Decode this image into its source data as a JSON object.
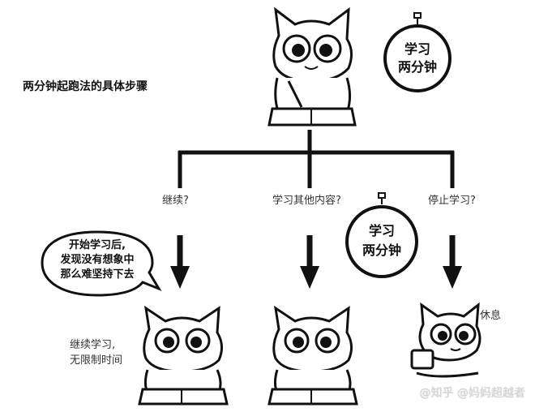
{
  "title": "两分钟起跑法的具体步骤",
  "top_timer": {
    "line1": "学习",
    "line2": "两分钟"
  },
  "mid_timer": {
    "line1": "学习",
    "line2": "两分钟"
  },
  "branches": [
    {
      "question": "继续?"
    },
    {
      "question": "学习其他内容?"
    },
    {
      "question": "停止学习?"
    }
  ],
  "bubble": {
    "line1": "开始学习后,",
    "line2": "发现没有想象中",
    "line3": "那么难坚持下去"
  },
  "left_note": {
    "line1": "继续学习,",
    "line2": "无限制时间"
  },
  "right_note": "休息",
  "watermark": "@知乎 @妈妈超越者"
}
